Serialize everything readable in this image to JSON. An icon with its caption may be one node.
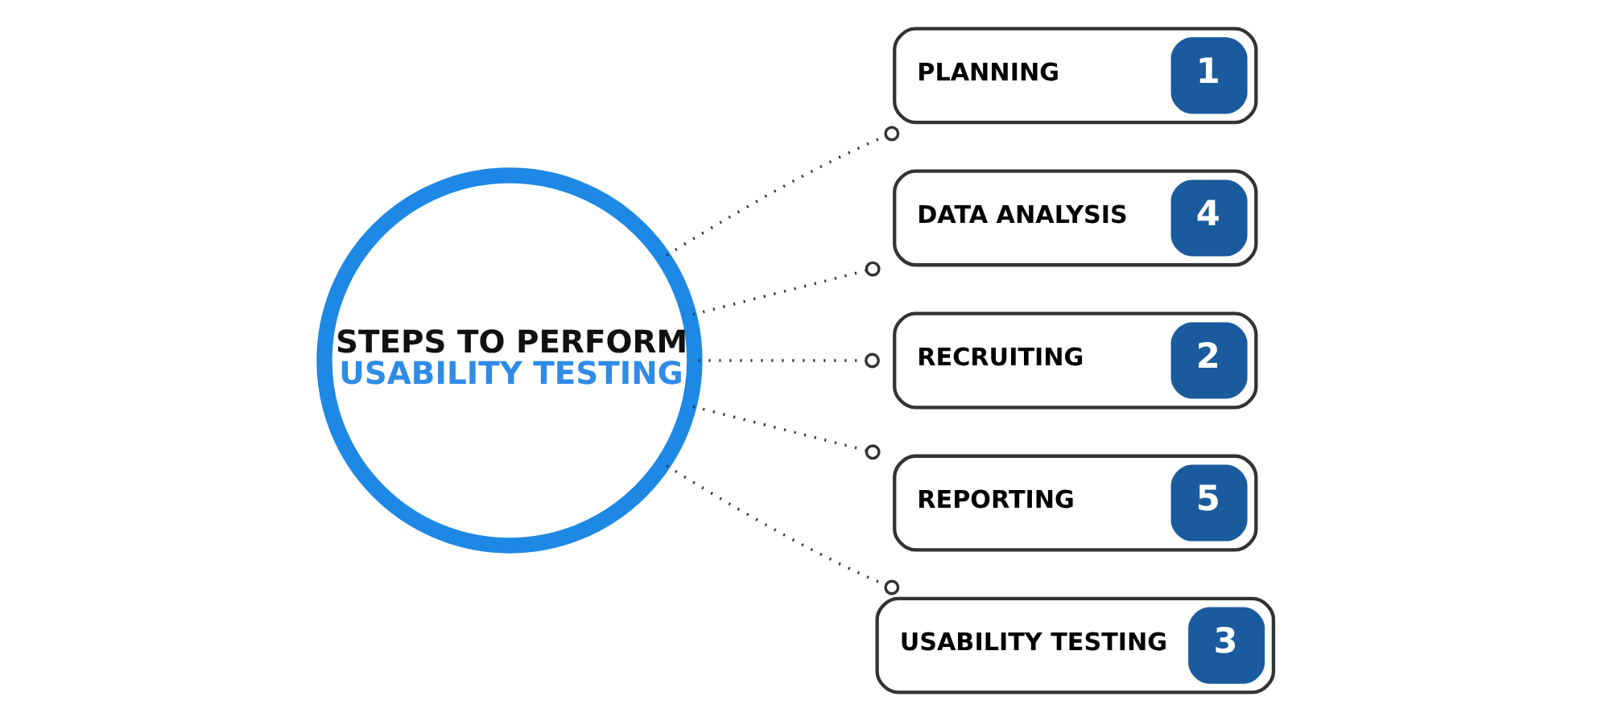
{
  "diagram": {
    "nodes": [
      {
        "text": [
          "STEPS TO PERFORM",
          "USABILITY TESTING"
        ]
      },
      {
        "text": [
          "PLANNING",
          "1"
        ]
      },
      {
        "text": [
          "DATA ANALYSIS",
          "4"
        ]
      },
      {
        "text": [
          "RECRUITING",
          "2"
        ]
      },
      {
        "text": [
          "REPORTING",
          "5"
        ]
      },
      {
        "text": [
          "USABILITY TESTING",
          "3"
        ]
      }
    ],
    "edges": [
      {
        "from": 0,
        "to": 1,
        "arrow": "other"
      },
      {
        "from": 0,
        "to": 2,
        "arrow": "other"
      },
      {
        "from": 0,
        "to": 3,
        "arrow": "other"
      },
      {
        "from": 0,
        "to": 4,
        "arrow": "other"
      },
      {
        "from": 0,
        "to": 5,
        "arrow": "other"
      }
    ]
  }
}
